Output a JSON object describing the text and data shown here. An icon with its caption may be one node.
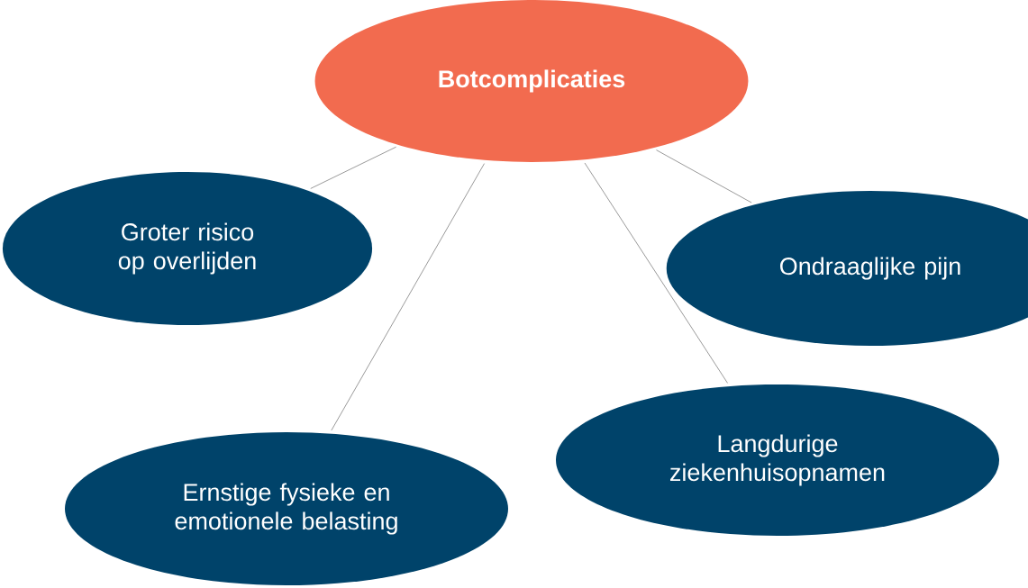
{
  "diagram": {
    "nodes": [
      {
        "text": [
          "Botcomplicaties"
        ]
      },
      {
        "text": [
          "Groter risico op overlijden"
        ]
      },
      {
        "text": [
          "Ondraaglijke pijn"
        ]
      },
      {
        "text": [
          "Ernstige fysieke en emotionele belasting"
        ]
      },
      {
        "text": [
          "Langdurige ziekenhuisopnamen"
        ]
      }
    ],
    "edges": [
      {
        "from": 0,
        "to": 1,
        "arrow": "none"
      },
      {
        "from": 0,
        "to": 3,
        "arrow": "none"
      },
      {
        "from": 0,
        "to": 4,
        "arrow": "none"
      },
      {
        "from": 0,
        "to": 2,
        "arrow": "none"
      }
    ]
  }
}
